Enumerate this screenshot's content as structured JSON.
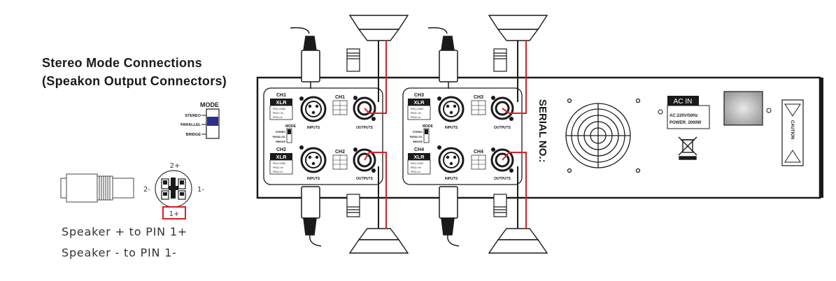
{
  "heading": {
    "line1": "Stereo Mode Connections",
    "line2": "(Speakon Output Connectors)"
  },
  "mode_switch": {
    "title": "MODE",
    "options": [
      "STEREO",
      "PARALLEL",
      "BRIDGE"
    ],
    "selected": "PARALLEL"
  },
  "speakon_pins": {
    "top": "2+",
    "left": "2-",
    "right": "1-",
    "bottom": "1+"
  },
  "pin_notes": {
    "plus": "Speaker + to PIN 1+",
    "minus": "Speaker - to PIN 1-"
  },
  "panel_left": {
    "ch_top": "CH1",
    "ch_bottom": "CH2",
    "xlr_label": "XLR",
    "xlr_pins": [
      "PIN1=GND",
      "PIN2=+In",
      "PIN3=-In"
    ],
    "inputs_label": "INPUTS",
    "outputs_label": "OUTPUTS",
    "mode_title": "MODE",
    "mode_options": [
      "STEREO",
      "PARALLEL",
      "BRIDGE"
    ]
  },
  "panel_right": {
    "ch_top": "CH3",
    "ch_bottom": "CH4",
    "xlr_label": "XLR",
    "xlr_pins": [
      "PIN1=GND",
      "PIN2=+In",
      "PIN3=-In"
    ],
    "inputs_label": "INPUTS",
    "outputs_label": "OUTPUTS",
    "mode_title": "MODE",
    "mode_options": [
      "STEREO",
      "PARALLEL",
      "BRIDGE"
    ]
  },
  "serial_label": "SERIAL NO.:",
  "ac_in": {
    "title": "AC IN",
    "voltage": "AC:220V/50Hz",
    "power": "POWER: 2000W"
  },
  "caution": "CAUTION",
  "colors": {
    "wire_red": "#d81f26",
    "switch_blue": "#2b2f8c",
    "pin_box": "#d81f26",
    "ink": "#1a1a1a"
  }
}
